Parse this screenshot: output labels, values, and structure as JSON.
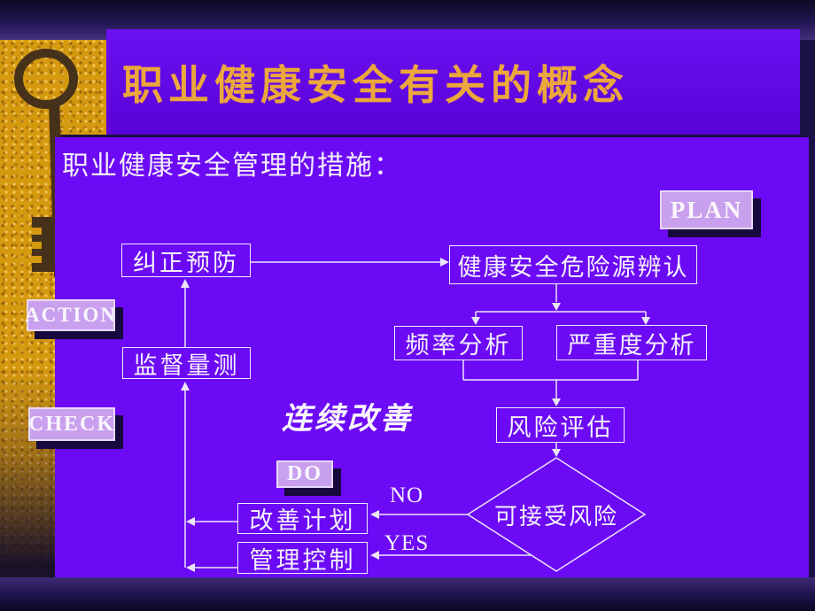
{
  "slide": {
    "title": "职业健康安全有关的概念",
    "subtitle": "职业健康安全管理的措施：",
    "colors": {
      "title_text": "#eca73c",
      "title_bar": "#6205e8",
      "content_bg": "#6c0af6",
      "frame_bg": "#1a1244",
      "gold_sidebar": "#d5990f",
      "pdca_label_bg": "#c9a0ee",
      "pdca_shadow": "#17093e",
      "line": "#ebe6f8"
    }
  },
  "pdca": {
    "plan": "PLAN",
    "do": "DO",
    "check": "CHECK",
    "action": "ACTION"
  },
  "flowchart": {
    "nodes": {
      "corrective": "纠正预防",
      "hazard": "健康安全危险源辨认",
      "frequency": "频率分析",
      "severity": "严重度分析",
      "risk": "风险评估",
      "decision": "可接受风险",
      "improve": "改善计划",
      "control": "管理控制",
      "monitor": "监督量测"
    },
    "annotations": {
      "continuous": "连续改善",
      "no": "NO",
      "yes": "YES"
    }
  }
}
